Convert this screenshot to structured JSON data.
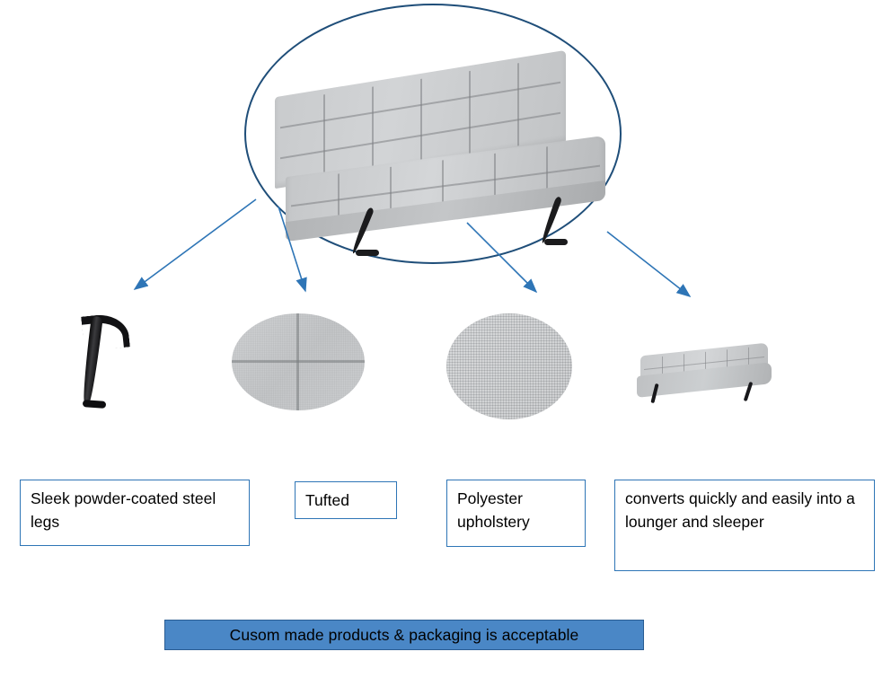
{
  "page": {
    "title": "Sofa bed product feature callout",
    "background": "#ffffff",
    "accent_color": "#2e75b6",
    "outline_color": "#1f4e79",
    "banner_fill": "#4a87c6"
  },
  "hero": {
    "name": "sofa-bed-hero-image",
    "shape": "ellipse",
    "alt": "Grey tufted sofa bed with black metal legs"
  },
  "features": [
    {
      "id": "legs",
      "thumb_name": "powder-coated-steel-leg-image",
      "caption": "Sleek powder-coated steel legs"
    },
    {
      "id": "tufted",
      "thumb_name": "tufted-upholstery-closeup-image",
      "caption": "Tufted"
    },
    {
      "id": "polyester",
      "thumb_name": "polyester-fabric-swatch-image",
      "caption": "Polyester upholstery"
    },
    {
      "id": "converts",
      "thumb_name": "sofa-converted-to-lounger-image",
      "caption": " converts quickly and easily into a lounger and sleeper"
    }
  ],
  "banner": {
    "text": "Cusom  made products & packaging is acceptable"
  },
  "arrows": [
    {
      "name": "arrow-to-legs"
    },
    {
      "name": "arrow-to-tufted"
    },
    {
      "name": "arrow-to-polyester"
    },
    {
      "name": "arrow-to-converts"
    }
  ]
}
